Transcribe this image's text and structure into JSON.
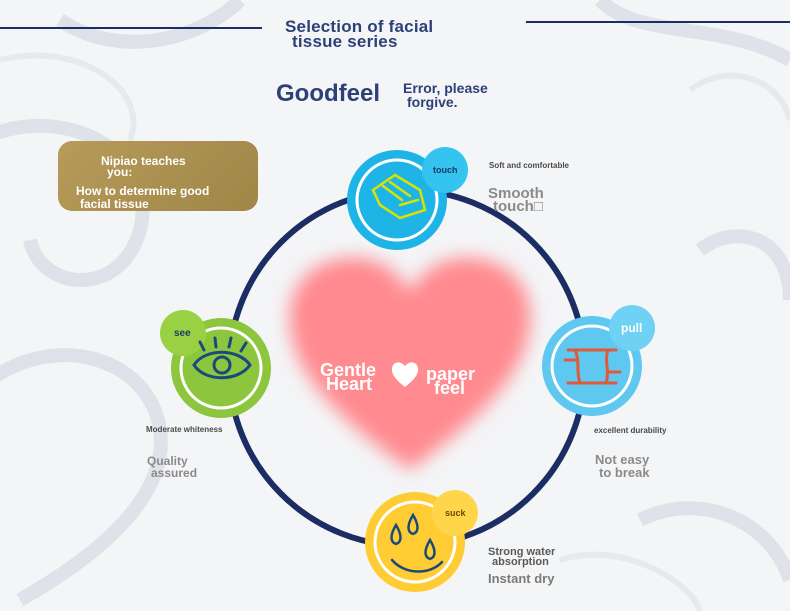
{
  "header": {
    "title_line1": "Selection of facial",
    "title_line2": "tissue series",
    "brand": "Goodfeel",
    "error_line1": "Error, please",
    "error_line2": "forgive."
  },
  "teach_box": {
    "line1": "Nipiao teaches",
    "line2": "you:",
    "line3": "How to determine good",
    "line4": "facial tissue"
  },
  "center": {
    "left_line1": "Gentle",
    "left_line2": "Heart",
    "right_line1": "paper",
    "right_line2": "feel"
  },
  "features": {
    "touch": {
      "badge": "touch",
      "caption": "Soft and comfortable",
      "title_line1": "Smooth",
      "title_line2": "touch□"
    },
    "see": {
      "badge": "see",
      "caption": "Moderate whiteness",
      "title_line1": "Quality",
      "title_line2": "assured"
    },
    "pull": {
      "badge": "pull",
      "caption": "excellent durability",
      "title_line1": "Not easy",
      "title_line2": "to break"
    },
    "suck": {
      "badge": "suck",
      "caption_line1": "Strong water",
      "caption_line2": "absorption",
      "title": "Instant dry"
    }
  },
  "colors": {
    "navy": "#1c2d63",
    "touch_blue": "#1fb4e6",
    "see_green": "#8cc63f",
    "pull_blue": "#5ec8f0",
    "suck_yellow": "#ffcc33",
    "heart_pink": "#ff8a8f",
    "teach_gold": "#b09452"
  },
  "icons": [
    "hand-touch-icon",
    "eye-icon",
    "paper-pull-icon",
    "water-drops-icon",
    "heart-icon"
  ]
}
